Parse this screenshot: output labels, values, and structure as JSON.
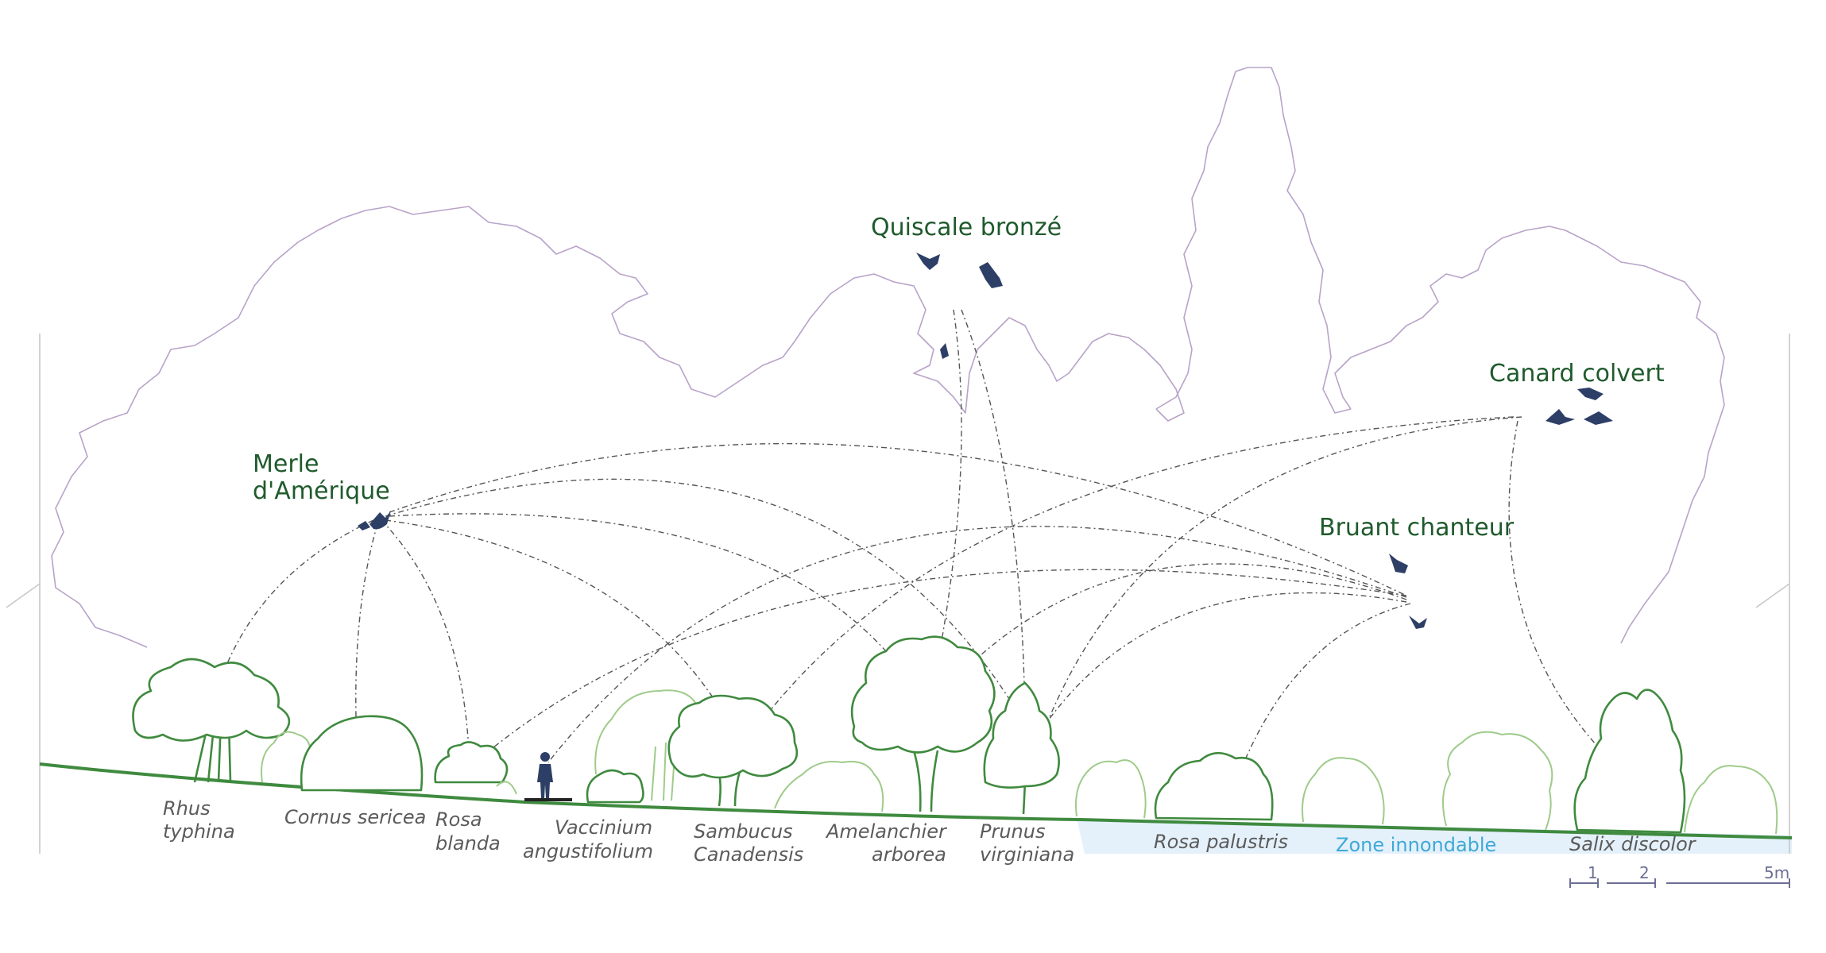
{
  "birds": {
    "quiscale": "Quiscale bronzé",
    "merle_line1": "Merle",
    "merle_line2": "d'Amérique",
    "canard": "Canard colvert",
    "bruant": "Bruant chanteur"
  },
  "plants": {
    "rhus_1": "Rhus",
    "rhus_2": "typhina",
    "cornus": "Cornus sericea",
    "rosa_blanda_1": "Rosa",
    "rosa_blanda_2": "blanda",
    "vaccinium_1": "Vaccinium",
    "vaccinium_2": "angustifolium",
    "sambucus_1": "Sambucus",
    "sambucus_2": "Canadensis",
    "amelanchier_1": "Amelanchier",
    "amelanchier_2": "arborea",
    "prunus_1": "Prunus",
    "prunus_2": "virginiana",
    "rosa_palustris": "Rosa palustris",
    "salix": "Salix discolor"
  },
  "zone": {
    "flood": "Zone innondable"
  },
  "scale": {
    "one": "1",
    "two": "2",
    "five": "5m"
  },
  "colors": {
    "bird": "#2d3f66",
    "canopy": "#b8a3c9",
    "shrub": "#3f8a3f",
    "shrub_light": "#9fcb8a",
    "ground": "#3f8a3f",
    "flood_zone": "#e4f1fb",
    "zone_text": "#3fa9d6",
    "label_green": "#1f5a2c"
  }
}
